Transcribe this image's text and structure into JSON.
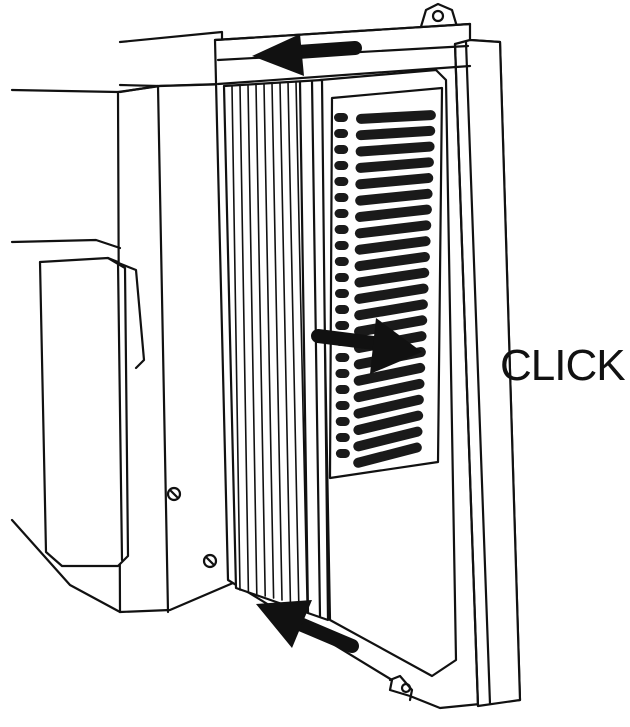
{
  "diagram": {
    "label": "CLICK",
    "line_color": "#111111",
    "fill_color": "#ffffff",
    "grille_color": "#1a1a1a",
    "arrows": [
      {
        "name": "top-left-arrow",
        "direction": "left"
      },
      {
        "name": "middle-right-arrow",
        "direction": "right"
      },
      {
        "name": "bottom-left-arrow",
        "direction": "up-left"
      }
    ]
  }
}
